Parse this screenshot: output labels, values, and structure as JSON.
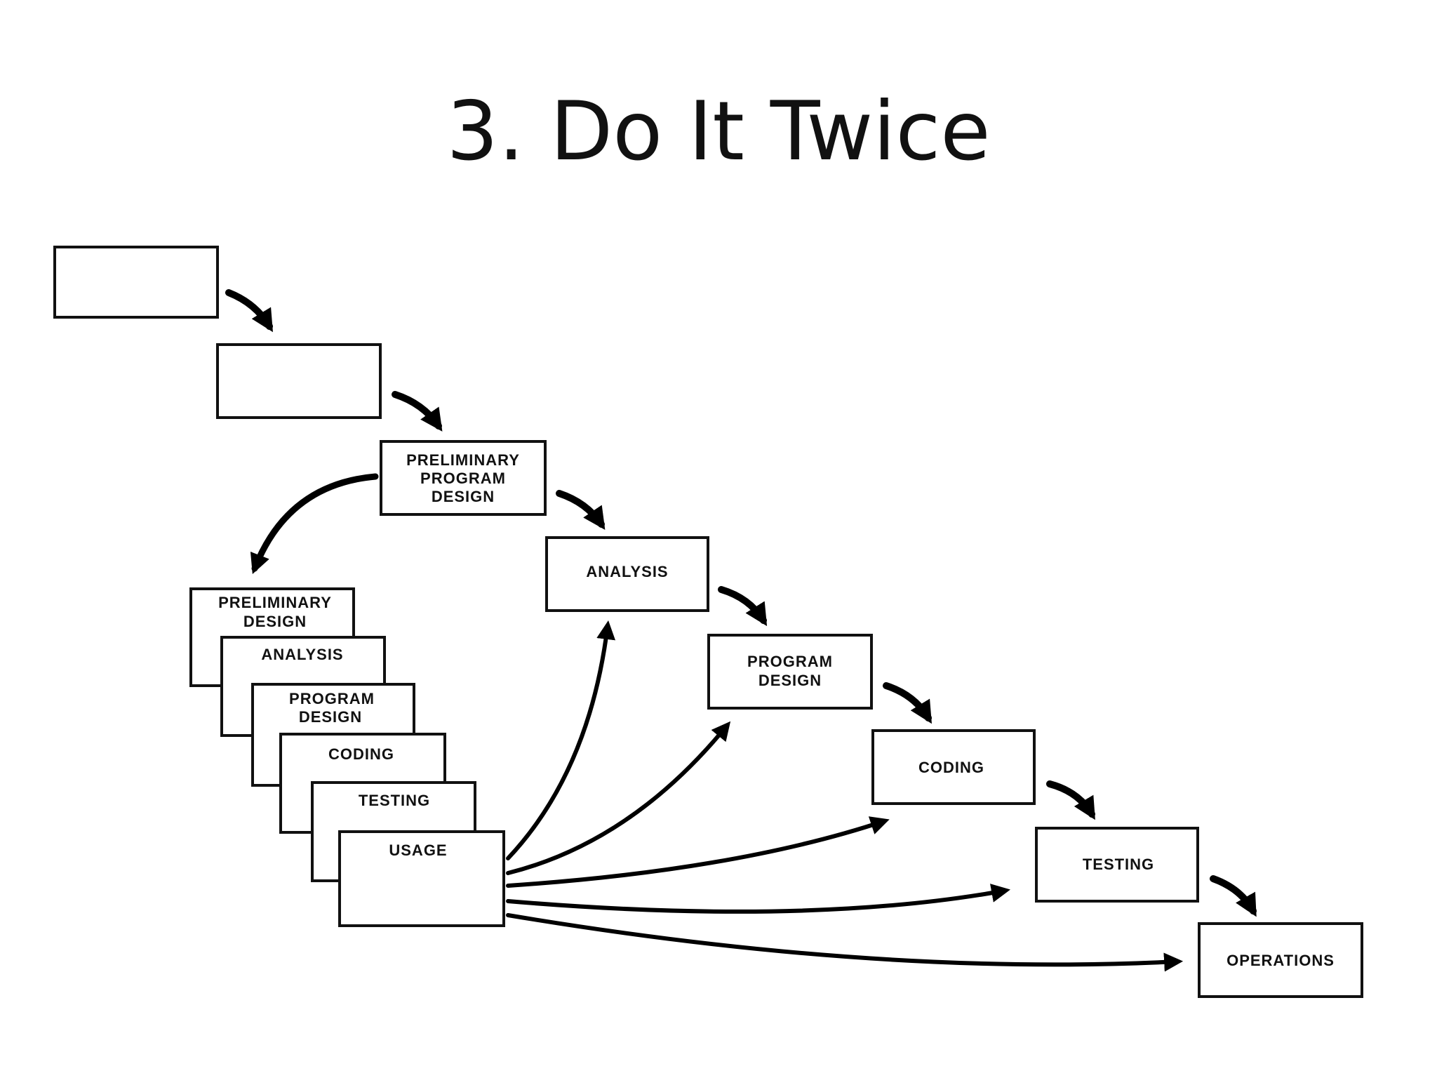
{
  "title": "3. Do It Twice",
  "main_sequence": [
    {
      "label": ""
    },
    {
      "label": ""
    },
    {
      "label": "PRELIMINARY\nPROGRAM\nDESIGN"
    },
    {
      "label": "ANALYSIS"
    },
    {
      "label": "PROGRAM\nDESIGN"
    },
    {
      "label": "CODING"
    },
    {
      "label": "TESTING"
    },
    {
      "label": "OPERATIONS"
    }
  ],
  "pilot_stack": [
    {
      "label": "PRELIMINARY\nDESIGN"
    },
    {
      "label": "ANALYSIS"
    },
    {
      "label": "PROGRAM\nDESIGN"
    },
    {
      "label": "CODING"
    },
    {
      "label": "TESTING"
    },
    {
      "label": "USAGE"
    }
  ],
  "colors": {
    "ink": "#111111",
    "background": "#ffffff"
  }
}
